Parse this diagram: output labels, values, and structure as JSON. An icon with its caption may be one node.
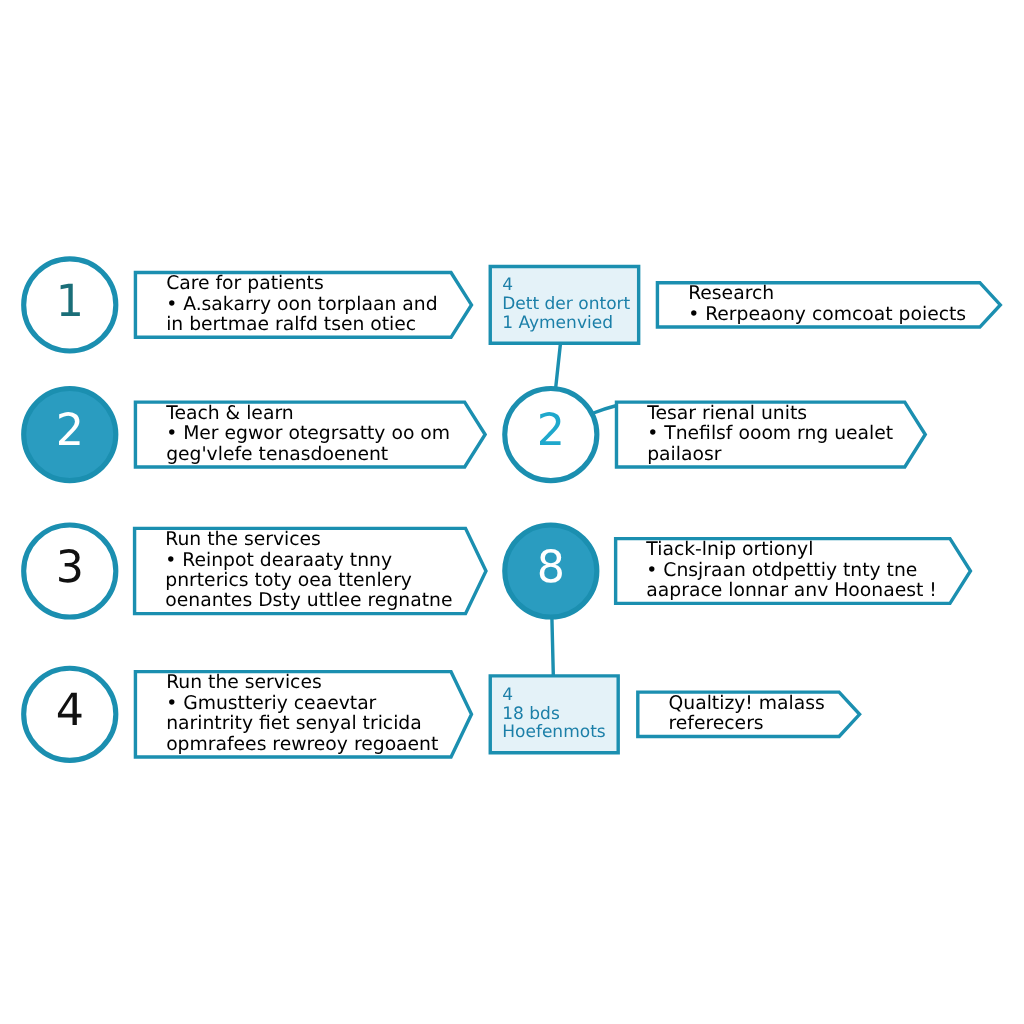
{
  "diagram": {
    "nodes": [
      {
        "text": [
          "1"
        ]
      },
      {
        "text": [
          "Care for patients",
          "• A.sakarry oon torplaan and in bertmae ralfd tsen otiec"
        ]
      },
      {
        "text": [
          "4",
          "Dett der ontort",
          "1 Aymenvied"
        ]
      },
      {
        "text": [
          "Research",
          "• Rerpeaony comcoat poiects"
        ]
      },
      {
        "text": [
          "2"
        ]
      },
      {
        "text": [
          "Teach & learn",
          "• Mer egwor otegrsatty oo om geg'vlefe tenasdoenent"
        ]
      },
      {
        "text": [
          "2"
        ]
      },
      {
        "text": [
          "Tesar rienal units",
          "• Tnefilsf ooom rng uealet pailaosr"
        ]
      },
      {
        "text": [
          "3"
        ]
      },
      {
        "text": [
          "Run the services",
          "• Reinpot dearaaty tnny pnrterics toty oea ttenlery oenantes Dsty uttlee regnatne"
        ]
      },
      {
        "text": [
          "8"
        ]
      },
      {
        "text": [
          "Tiack-lnip ortionyl",
          "• Cnsjraan otdpettiy tnty tne aaprace lonnar anv Hoonaest !"
        ]
      },
      {
        "text": [
          "4"
        ]
      },
      {
        "text": [
          "Run the services",
          "• Gmustteriy ceaevtar narintrity fiet senyal tricida opmrafees rewreoy regoaent"
        ]
      },
      {
        "text": [
          "4",
          "18 bds",
          "Hoefenmots"
        ]
      },
      {
        "text": [
          "Qualtizy! malass referecers"
        ]
      }
    ],
    "edges": [
      {
        "from": 2,
        "to": 6,
        "arrow": "none"
      },
      {
        "from": 6,
        "to": 7,
        "arrow": "none"
      },
      {
        "from": 10,
        "to": 14,
        "arrow": "none"
      }
    ]
  }
}
